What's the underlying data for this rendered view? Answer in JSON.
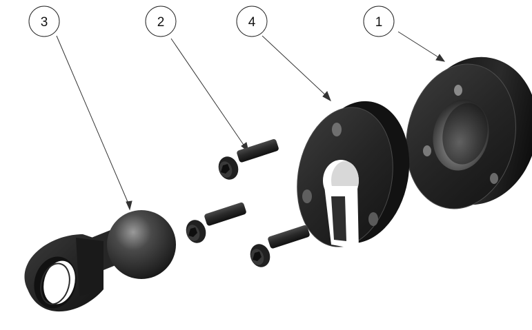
{
  "balloons": [
    {
      "id": "balloon-3",
      "label": "3"
    },
    {
      "id": "balloon-2",
      "label": "2"
    },
    {
      "id": "balloon-4",
      "label": "4"
    },
    {
      "id": "balloon-1",
      "label": "1"
    }
  ],
  "colors": {
    "background": "#ffffff",
    "part_dark": "#1b1b1b",
    "part_mid": "#3a3a3a",
    "part_highlight": "#8c8c8c",
    "leader": "#333333"
  }
}
